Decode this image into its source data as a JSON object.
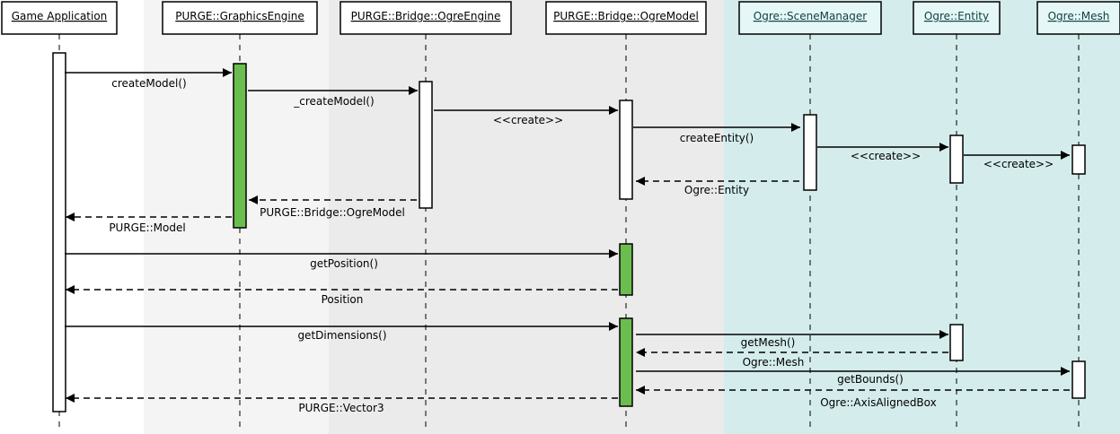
{
  "colors": {
    "band_engine": "#f4f4f4",
    "band_bridge": "#ebebeb",
    "band_ogre": "#d4ecec",
    "ogre_header_fill": "#e5f7f7",
    "activation_green": "#6cbd50",
    "activation_white": "#ffffff"
  },
  "participants": [
    {
      "id": "game",
      "label": "Game Application",
      "group": "app"
    },
    {
      "id": "engine",
      "label": "PURGE::GraphicsEngine",
      "group": "engine"
    },
    {
      "id": "ogreEngine",
      "label": "PURGE::Bridge::OgreEngine",
      "group": "bridge"
    },
    {
      "id": "ogreModel",
      "label": "PURGE::Bridge::OgreModel",
      "group": "bridge"
    },
    {
      "id": "sceneMgr",
      "label": "Ogre::SceneManager",
      "group": "ogre"
    },
    {
      "id": "entity",
      "label": "Ogre::Entity",
      "group": "ogre"
    },
    {
      "id": "mesh",
      "label": "Ogre::Mesh",
      "group": "ogre"
    }
  ],
  "activations": [
    {
      "participant": "game",
      "color": "white"
    },
    {
      "participant": "engine",
      "color": "green"
    },
    {
      "participant": "ogreEngine",
      "color": "white"
    },
    {
      "participant": "ogreModel",
      "color": "white"
    },
    {
      "participant": "sceneMgr",
      "color": "white"
    },
    {
      "participant": "entity",
      "color": "white"
    },
    {
      "participant": "mesh",
      "color": "white"
    },
    {
      "participant": "ogreModel",
      "color": "green"
    },
    {
      "participant": "ogreModel",
      "color": "green"
    },
    {
      "participant": "entity",
      "color": "white"
    },
    {
      "participant": "mesh",
      "color": "white"
    }
  ],
  "messages": [
    {
      "from": "game",
      "to": "engine",
      "label": "createModel()",
      "kind": "call"
    },
    {
      "from": "engine",
      "to": "ogreEngine",
      "label": "_createModel()",
      "kind": "call"
    },
    {
      "from": "ogreEngine",
      "to": "ogreModel",
      "label": "<<create>>",
      "kind": "call"
    },
    {
      "from": "ogreModel",
      "to": "sceneMgr",
      "label": "createEntity()",
      "kind": "call"
    },
    {
      "from": "sceneMgr",
      "to": "entity",
      "label": "<<create>>",
      "kind": "call"
    },
    {
      "from": "entity",
      "to": "mesh",
      "label": "<<create>>",
      "kind": "call"
    },
    {
      "from": "sceneMgr",
      "to": "ogreModel",
      "label": "Ogre::Entity",
      "kind": "return"
    },
    {
      "from": "ogreEngine",
      "to": "engine",
      "label": "PURGE::Bridge::OgreModel",
      "kind": "return"
    },
    {
      "from": "engine",
      "to": "game",
      "label": "PURGE::Model",
      "kind": "return"
    },
    {
      "from": "game",
      "to": "ogreModel",
      "label": "getPosition()",
      "kind": "call"
    },
    {
      "from": "ogreModel",
      "to": "game",
      "label": "Position",
      "kind": "return"
    },
    {
      "from": "game",
      "to": "ogreModel",
      "label": "getDimensions()",
      "kind": "call"
    },
    {
      "from": "ogreModel",
      "to": "entity",
      "label": "getMesh()",
      "kind": "call"
    },
    {
      "from": "entity",
      "to": "ogreModel",
      "label": "Ogre::Mesh",
      "kind": "return"
    },
    {
      "from": "ogreModel",
      "to": "mesh",
      "label": "getBounds()",
      "kind": "call"
    },
    {
      "from": "mesh",
      "to": "ogreModel",
      "label": "Ogre::AxisAlignedBox",
      "kind": "return"
    },
    {
      "from": "ogreModel",
      "to": "game",
      "label": "PURGE::Vector3",
      "kind": "return"
    }
  ]
}
